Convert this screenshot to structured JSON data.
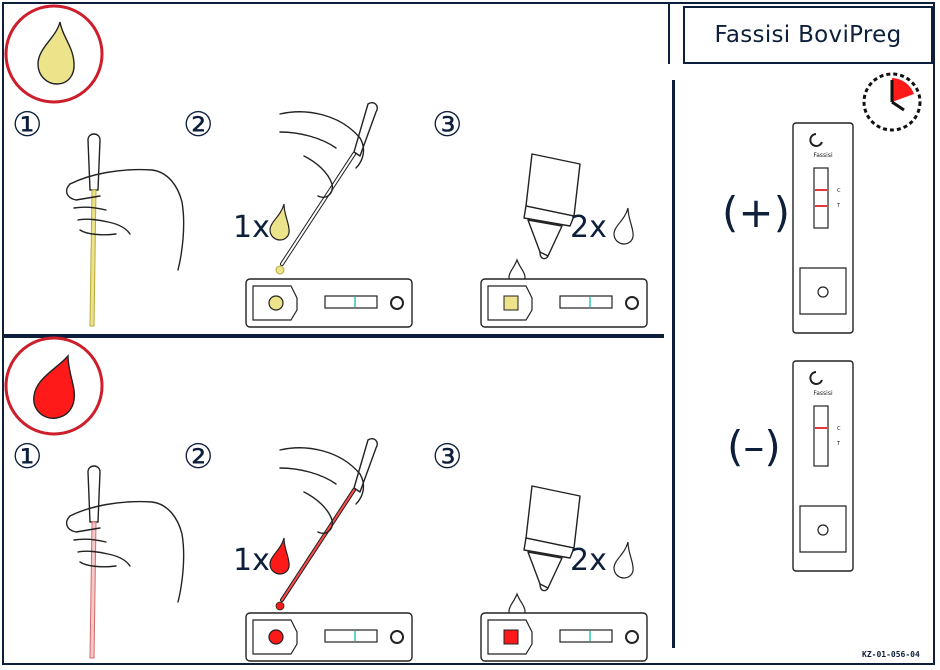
{
  "title": "Fassisi BoviPreg",
  "brand": "Fassisi",
  "colors": {
    "urine": "#ece38a",
    "blood": "#ff1a1a",
    "border": "#0d1f3a",
    "accent_ring": "#cc1f2b",
    "buffer": "#bfe7f2"
  },
  "sections": [
    {
      "sample": "urine",
      "steps": [
        "①",
        "②",
        "③"
      ],
      "sample_drops": "1x",
      "buffer_drops": "2x"
    },
    {
      "sample": "blood",
      "steps": [
        "①",
        "②",
        "③"
      ],
      "sample_drops": "1x",
      "buffer_drops": "2x"
    }
  ],
  "results": {
    "positive": "(+)",
    "negative": "(–)"
  },
  "cassette_labels": {
    "control": "C",
    "test": "T"
  },
  "footer_code": "KZ-01-056-04"
}
